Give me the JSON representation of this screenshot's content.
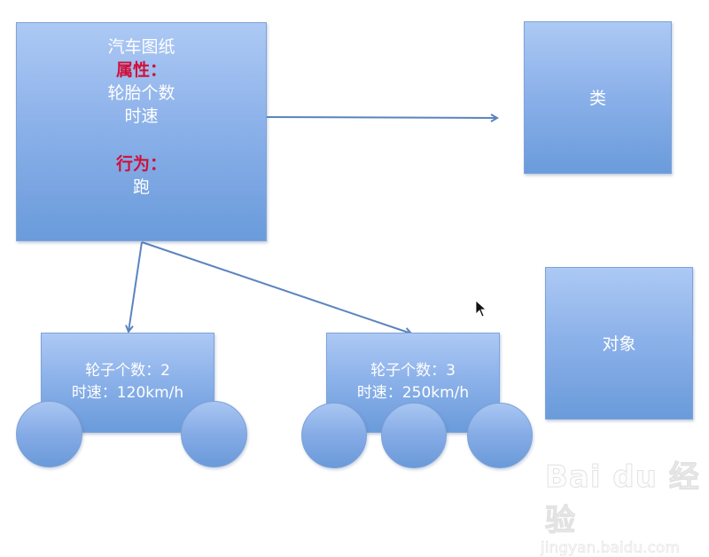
{
  "blueprint": {
    "title": "汽车图纸",
    "attributes_label": "属性：",
    "attributes": [
      "轮胎个数",
      "时速"
    ],
    "behavior_label": "行为：",
    "behaviors": [
      "跑"
    ]
  },
  "class_box": {
    "label": "类"
  },
  "object_box": {
    "label": "对象"
  },
  "cars": [
    {
      "line1": "轮子个数：2",
      "line2": "时速：120km/h",
      "wheel_count": 2
    },
    {
      "line1": "轮子个数：3",
      "line2": "时速：250km/h",
      "wheel_count": 3
    }
  ],
  "watermark": {
    "logo": "Bai du 经验",
    "url": "jingyan.baidu.com"
  },
  "colors": {
    "box_top": "#adc9f4",
    "box_bottom": "#6a9bdb",
    "label_red": "#d0103a",
    "arrow": "#5b84bd"
  }
}
